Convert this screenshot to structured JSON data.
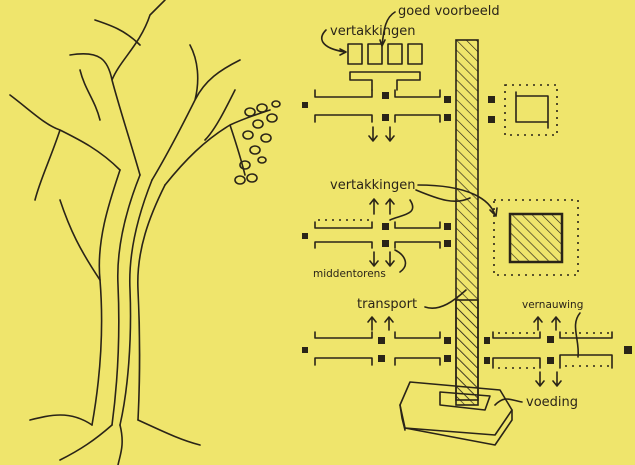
{
  "labels": {
    "good_example": "goed voorbeeld",
    "branches_top": "vertakkingen",
    "branches_middle": "vertakkingen",
    "middle_towers": "middentorens",
    "transport": "transport",
    "narrowing": "vernauwing",
    "supply": "voeding"
  },
  "colors": {
    "paper": "#efe56c",
    "ink": "#2a2418"
  }
}
